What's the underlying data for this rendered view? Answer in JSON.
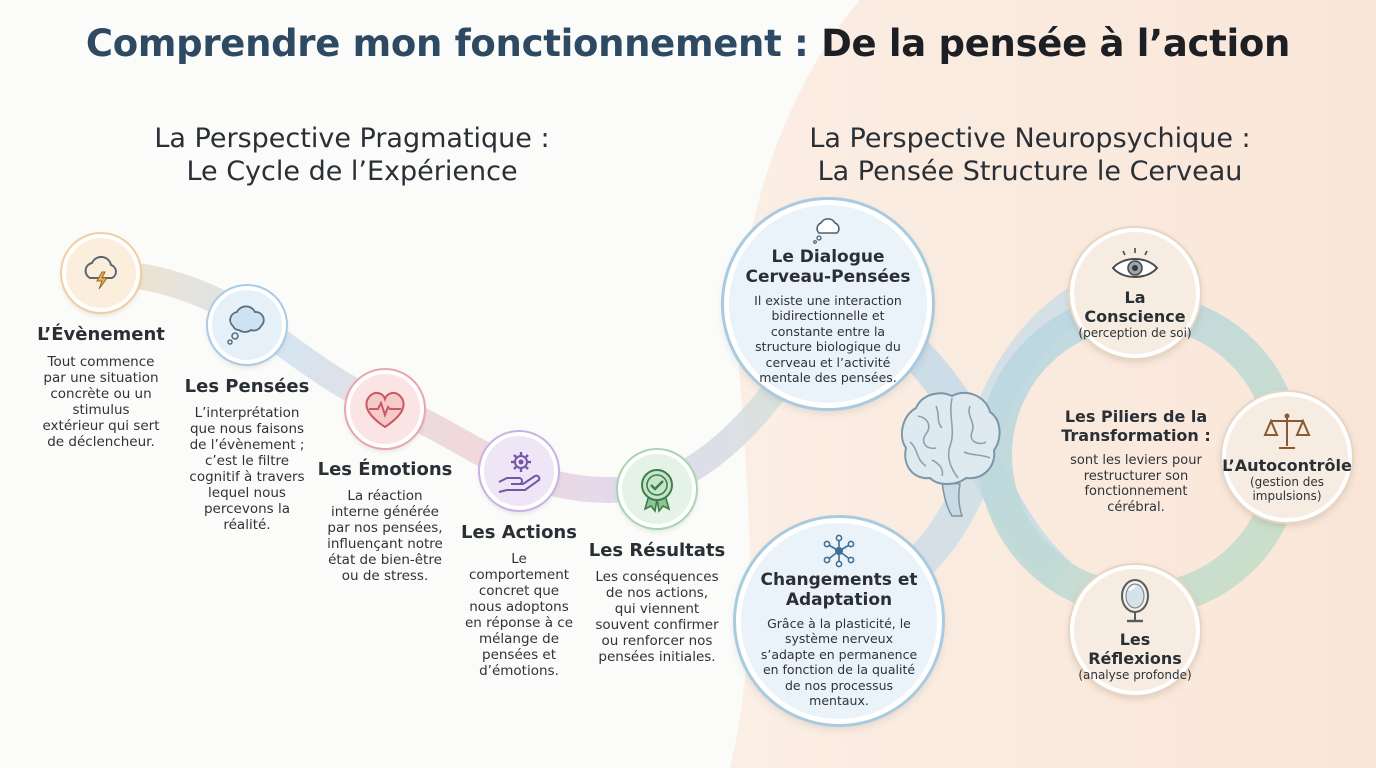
{
  "title": {
    "part1": "Comprendre mon fonctionnement :",
    "part2": "De la pensée à l’action"
  },
  "left": {
    "heading_line1": "La Perspective Pragmatique :",
    "heading_line2": "Le Cycle de l’Expérience",
    "steps": [
      {
        "title": "L’Évènement",
        "desc": "Tout commence par une situation concrète ou un stimulus extérieur qui sert de déclencheur.",
        "icon": "cloud-lightning-icon",
        "color": "#f4c98a"
      },
      {
        "title": "Les Pensées",
        "desc": "L’interprétation que nous faisons de l’évènement ; c’est le filtre cognitif à travers lequel nous percevons la réalité.",
        "icon": "thought-cloud-icon",
        "color": "#a9cbe6"
      },
      {
        "title": "Les Émotions",
        "desc": "La réaction interne générée par nos pensées, influençant notre état de bien-être ou de stress.",
        "icon": "heart-pulse-icon",
        "color": "#eba5a8"
      },
      {
        "title": "Les Actions",
        "desc": "Le comportement concret que nous adoptons en réponse à ce mélange de pensées et d’émotions.",
        "icon": "hand-gear-icon",
        "color": "#c7b3e3"
      },
      {
        "title": "Les Résultats",
        "desc": "Les conséquences de nos actions, qui viennent souvent confirmer ou renforcer nos pensées initiales.",
        "icon": "badge-check-icon",
        "color": "#a7d5ad"
      }
    ]
  },
  "right": {
    "heading_line1": "La Perspective Neuropsychique :",
    "heading_line2": "La Pensée Structure le Cerveau",
    "dialogue": {
      "title": "Le Dialogue Cerveau-Pensées",
      "text": "Il existe une interaction bidirectionnelle et constante entre la structure biologique du cerveau et l’activité mentale des pensées.",
      "icon": "thought-bubble-icon"
    },
    "changes": {
      "title": "Changements et Adaptation",
      "text": "Grâce à la plasticité, le système nerveux s’adapte en permanence en fonction de la qualité de nos processus mentaux.",
      "icon": "network-icon"
    },
    "center": {
      "title": "Les Piliers de la Transformation :",
      "text": "sont les leviers pour restructurer son fonctionnement cérébral."
    },
    "pillars": [
      {
        "title": "La Conscience",
        "sub": "(perception de soi)",
        "icon": "eye-icon"
      },
      {
        "title": "L’Autocontrôle",
        "sub": "(gestion des impulsions)",
        "icon": "scales-icon"
      },
      {
        "title": "Les Réflexions",
        "sub": "(analyse profonde)",
        "icon": "mirror-icon"
      }
    ]
  },
  "colors": {
    "title_accent": "#2e4a63",
    "right_background": "#f9e8dc",
    "ring_blue": "#bcd7e6",
    "ring_green": "#c7dcc6"
  }
}
